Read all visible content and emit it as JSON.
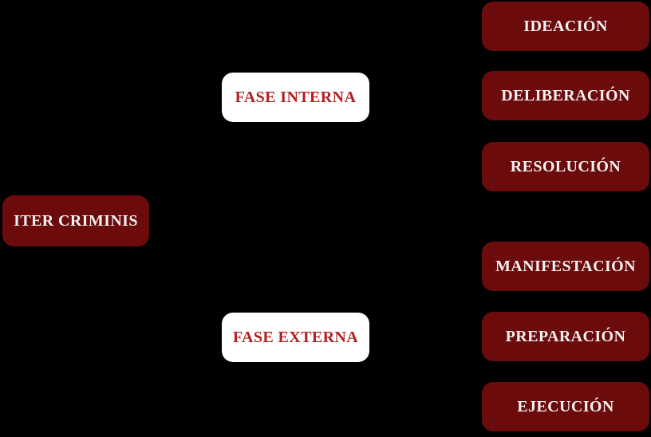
{
  "diagram": {
    "title": "Iter criminis hierarchy",
    "root": {
      "label": "ITER CRIMINIS"
    },
    "phases": [
      {
        "label": "FASE INTERNA",
        "steps": [
          "IDEACIÓN",
          "DELIBERACIÓN",
          "RESOLUCIÓN"
        ]
      },
      {
        "label": "FASE EXTERNA",
        "steps": [
          "MANIFESTACIÓN",
          "PREPARACIÓN",
          "EJECUCIÓN"
        ]
      }
    ],
    "colors": {
      "background": "#000000",
      "node_fill": "#6b0b0b",
      "node_text": "#f5f0f0",
      "phase_fill": "#ffffff",
      "phase_text": "#b02222"
    }
  }
}
